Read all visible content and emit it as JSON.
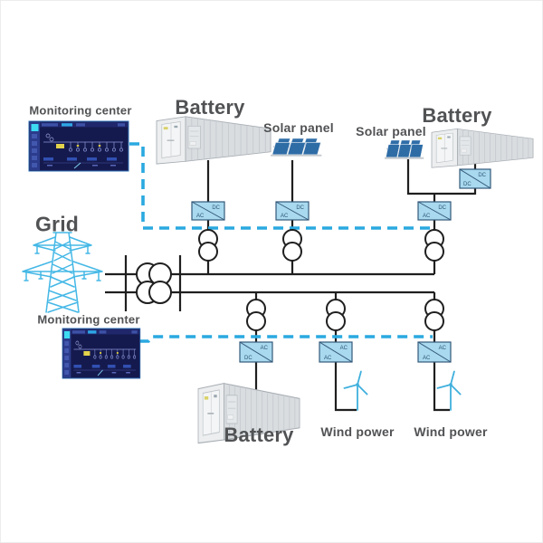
{
  "diagram": {
    "type": "microgrid-energy-storage-schematic",
    "labels": {
      "grid": "Grid",
      "monitoring_center_top": "Monitoring center",
      "monitoring_center_bottom": "Monitoring center",
      "battery_top_left": "Battery",
      "battery_top_right": "Battery",
      "battery_bottom": "Battery",
      "solar_panel_left": "Solar panel",
      "solar_panel_right": "Solar panel",
      "wind_power_left": "Wind power",
      "wind_power_right": "Wind power"
    },
    "converters": [
      {
        "name": "battery-top-left-inverter",
        "top": "DC",
        "bottom": "AC"
      },
      {
        "name": "solar-left-inverter",
        "top": "DC",
        "bottom": "AC"
      },
      {
        "name": "solar-battery-right-inverter",
        "top": "DC",
        "bottom": "AC"
      },
      {
        "name": "battery-right-dc-dc",
        "top": "DC",
        "bottom": "DC"
      },
      {
        "name": "battery-bottom-inverter",
        "top": "AC",
        "bottom": "DC"
      },
      {
        "name": "wind-left-converter",
        "top": "AC",
        "bottom": "AC"
      },
      {
        "name": "wind-right-converter",
        "top": "AC",
        "bottom": "AC"
      }
    ],
    "colors": {
      "accent_cyan": "#2aa9e0",
      "line_black": "#1f1f1f",
      "converter_fill": "#a9d9ef",
      "converter_border": "#34597a",
      "label_gray": "#515254",
      "solar_blue": "#2f6da6",
      "screen_navy": "#151a4e",
      "container_gray": "#d9dde0"
    }
  }
}
